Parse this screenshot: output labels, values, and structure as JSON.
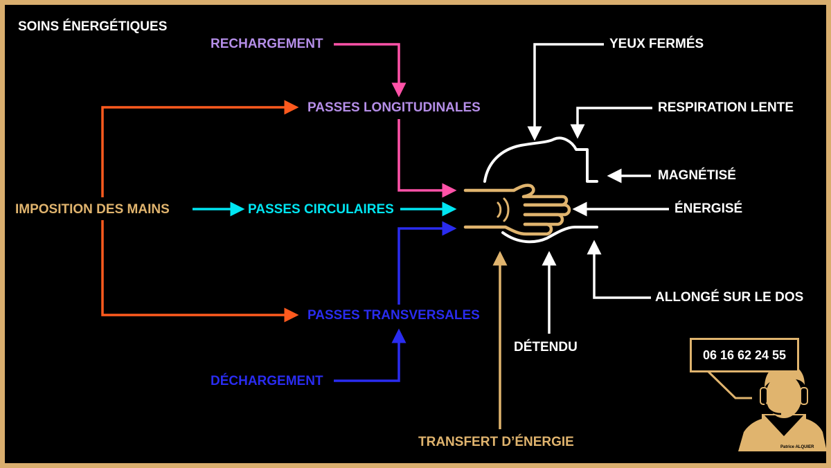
{
  "title": "SOINS ÉNERGÉTIQUES",
  "labels": {
    "imposition": "IMPOSITION DES MAINS",
    "rechargement": "RECHARGEMENT",
    "longitudinales": "PASSES LONGITUDINALES",
    "circulaires": "PASSES CIRCULAIRES",
    "transversales": "PASSES TRANSVERSALES",
    "dechargement": "DÉCHARGEMENT",
    "yeux": "YEUX FERMÉS",
    "respiration": "RESPIRATION LENTE",
    "magnetise": "MAGNÉTISÉ",
    "energise": "ÉNERGISÉ",
    "allonge": "ALLONGÉ SUR LE DOS",
    "detendu": "DÉTENDU",
    "transfert": "TRANSFERT D’ÉNERGIE"
  },
  "contact": {
    "phone": "06 16 62 24 55",
    "signature": "Patrice ALQUIER"
  },
  "colors": {
    "frame": "#d9ae6e",
    "tan": "#e0b46e",
    "orange": "#ff5a1e",
    "pink": "#ff52a8",
    "violet": "#b58ee8",
    "cyan": "#00e6f2",
    "blue": "#2a2cf0",
    "white": "#ffffff"
  },
  "icons": [
    "hand-icon",
    "head-icon",
    "operator-icon"
  ]
}
